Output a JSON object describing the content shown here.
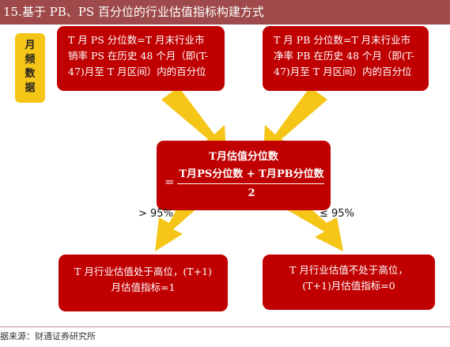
{
  "title": "15.基于 PB、PS 百分位的行业估值指标构建方式",
  "side_tag": [
    "月",
    "频",
    "数",
    "据"
  ],
  "ps_box": {
    "lines": [
      "T 月 PS 分位数=T 月末行业市",
      "销率 PS 在历史 48 个月（即(T-",
      "47)月至 T 月区间）内的百分位"
    ]
  },
  "pb_box": {
    "lines": [
      "T 月 PB 分位数=T 月末行业市",
      "净率 PB 在历史 48 个月（即(T-",
      "47)月至 T 月区间）内的百分位"
    ]
  },
  "center_box": {
    "title": "T月估值分位数",
    "equals": "=",
    "numerator": "T月PS分位数 + T月PB分位数",
    "denominator": "2"
  },
  "conditions": {
    "high": "> 95%",
    "low": "≤ 95%"
  },
  "result_high": {
    "lines": [
      "T 月行业估值处于高位，(T+1)",
      "月估值指标=1"
    ]
  },
  "result_low": {
    "lines": [
      "T 月行业估值不处于高位，",
      "(T+1)月估值指标=0"
    ]
  },
  "colors": {
    "title_bar": "#9e4a4a",
    "box": "#c00000",
    "arrow": "#f5c518",
    "tag": "#f5c518"
  },
  "source": "据来源：财通证券研究所"
}
